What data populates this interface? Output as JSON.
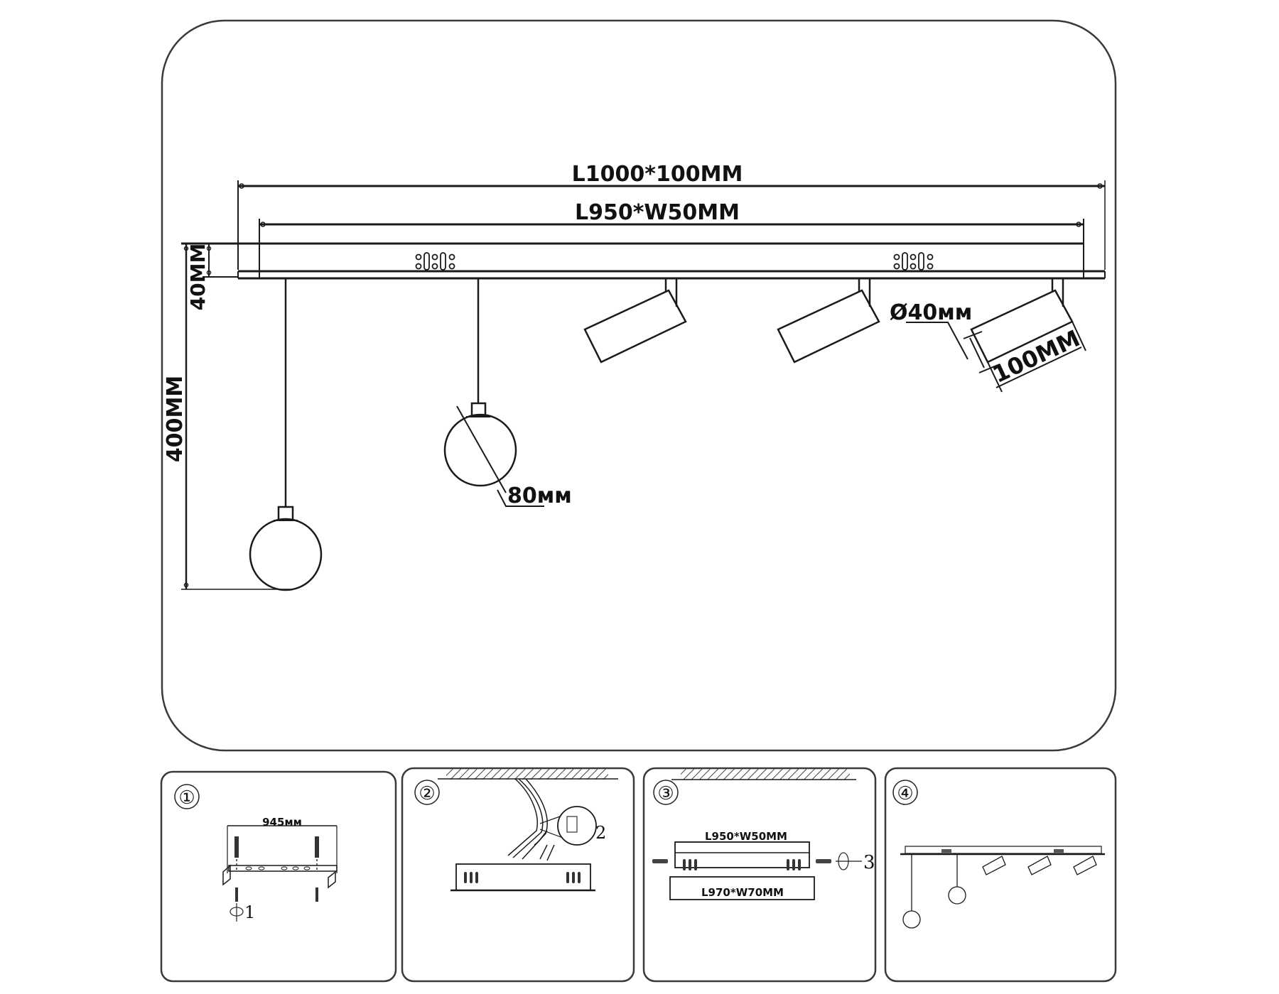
{
  "main_diagram": {
    "title": "Track light fixture dimensions",
    "dimensions": {
      "canopy_outer": "L1000*100MM",
      "canopy_inner": "L950*W50MM",
      "canopy_height": "40MM",
      "total_drop": "400MM",
      "globe_diameter": "80мм",
      "spot_diameter": "Ø40мм",
      "spot_length": "100MM"
    },
    "components": {
      "pendant_globes": 2,
      "spotlights": 3,
      "mounting_hole_clusters": 2
    }
  },
  "steps": [
    {
      "number": "①",
      "dimension": "945мм",
      "callout": "1"
    },
    {
      "number": "②",
      "callout": "2"
    },
    {
      "number": "③",
      "dimension_top": "L950*W50MM",
      "dimension_bottom": "L970*W70MM",
      "callout": "3"
    },
    {
      "number": "④"
    }
  ],
  "colors": {
    "line": "#1a1a1a",
    "frame": "#3a3a3a",
    "background": "#ffffff"
  }
}
